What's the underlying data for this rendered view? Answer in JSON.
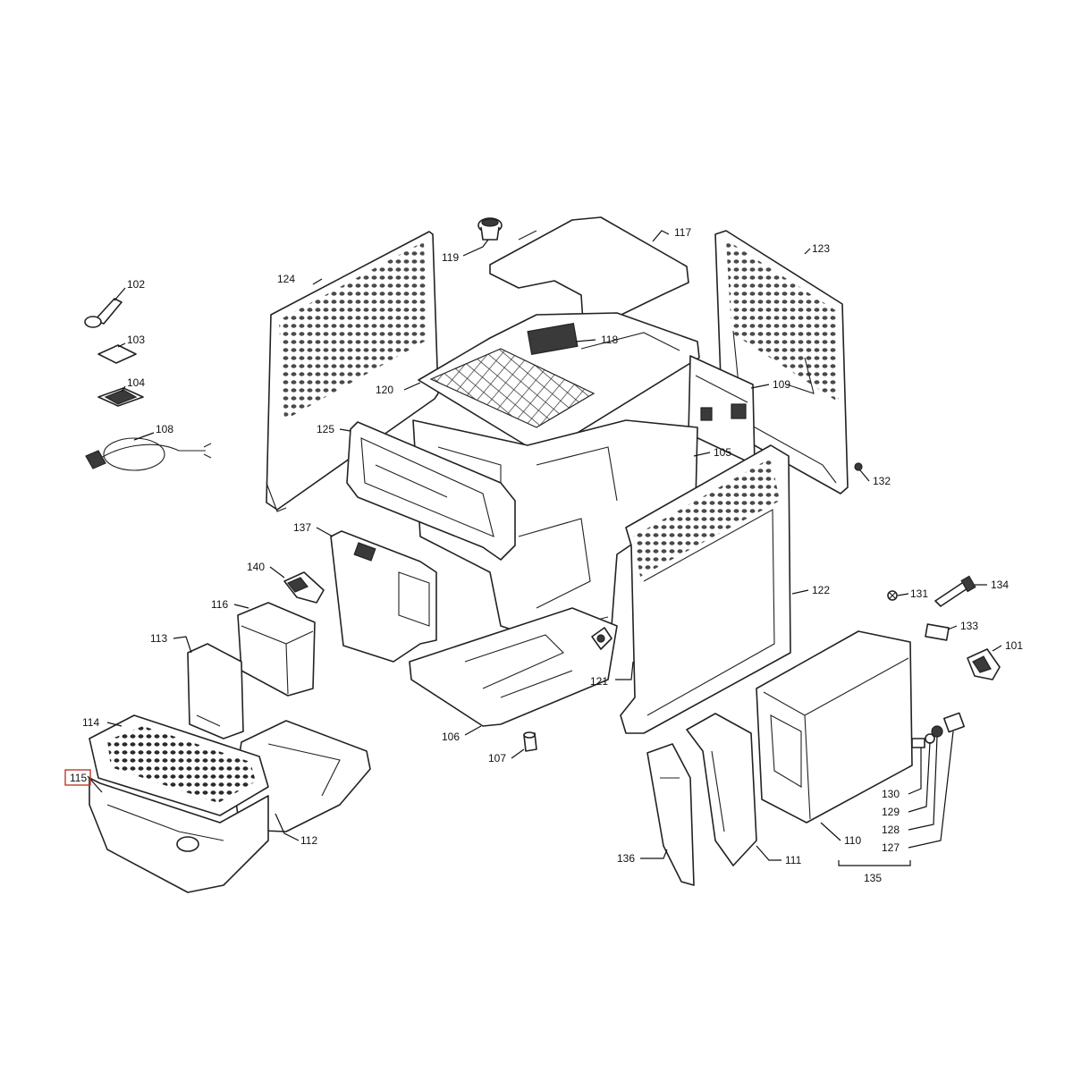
{
  "diagram": {
    "highlight_color": "#c0392b",
    "callouts": {
      "c101": "101",
      "c102": "102",
      "c103": "103",
      "c104": "104",
      "c105": "105",
      "c106": "106",
      "c107": "107",
      "c108": "108",
      "c109": "109",
      "c110": "110",
      "c111": "111",
      "c112": "112",
      "c113": "113",
      "c114": "114",
      "c115": "115",
      "c116": "116",
      "c117": "117",
      "c118": "118",
      "c119": "119",
      "c120": "120",
      "c121": "121",
      "c122": "122",
      "c123": "123",
      "c124": "124",
      "c125": "125",
      "c127": "127",
      "c128": "128",
      "c129": "129",
      "c130": "130",
      "c131": "131",
      "c132": "132",
      "c133": "133",
      "c134": "134",
      "c135": "135",
      "c136": "136",
      "c137": "137",
      "c140": "140"
    },
    "highlighted_callout": "115"
  }
}
